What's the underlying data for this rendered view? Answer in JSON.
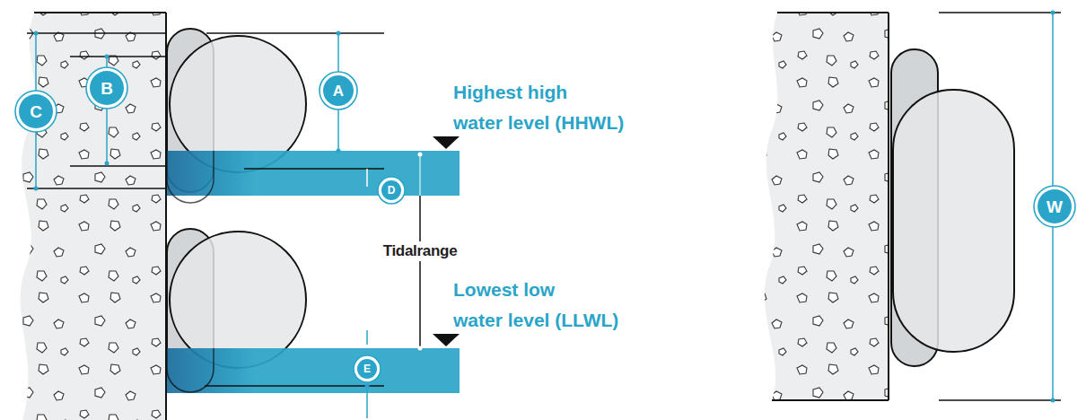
{
  "diagram": {
    "labels": [
      "C",
      "B",
      "A",
      "Highest high water level (HHWL)",
      "D",
      "Tidalrange",
      "Lowest low water level (LLWL)",
      "E",
      "W"
    ]
  }
}
